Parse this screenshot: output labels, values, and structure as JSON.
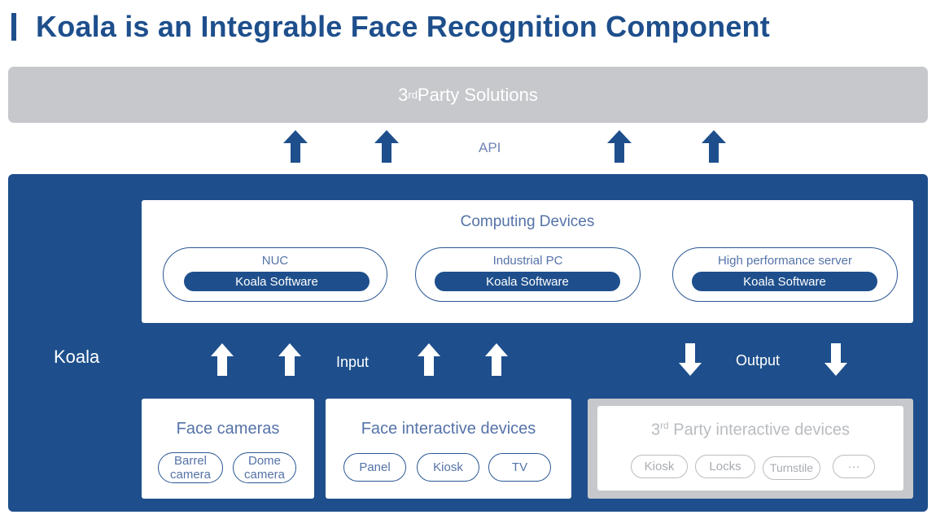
{
  "header": {
    "title": "Koala is an Integrable Face Recognition Component"
  },
  "third_party_bar": {
    "prefix": "3",
    "superscript": "rd",
    "label": " Party Solutions"
  },
  "api": {
    "label": "API"
  },
  "koala": {
    "label": "Koala",
    "computing": {
      "title": "Computing Devices",
      "devices": [
        {
          "name": "NUC",
          "software": "Koala Software"
        },
        {
          "name": "Industrial PC",
          "software": "Koala Software"
        },
        {
          "name": "High performance server",
          "software": "Koala Software"
        }
      ]
    },
    "input_label": "Input",
    "output_label": "Output",
    "face_cameras": {
      "title": "Face cameras",
      "items": [
        {
          "line1": "Barrel",
          "line2": "camera"
        },
        {
          "line1": "Dome",
          "line2": "camera"
        }
      ]
    },
    "face_interactive": {
      "title": "Face interactive devices",
      "items": [
        "Panel",
        "Kiosk",
        "TV"
      ]
    },
    "third_party_interactive": {
      "prefix": "3",
      "superscript": "rd",
      "title_rest": " Party interactive devices",
      "items": [
        "Kiosk",
        "Locks",
        "Turnstile",
        "···"
      ]
    }
  },
  "colors": {
    "brand_blue": "#1e4f8c",
    "light_gray": "#c6c8cb",
    "label_blue": "#5573a8"
  }
}
